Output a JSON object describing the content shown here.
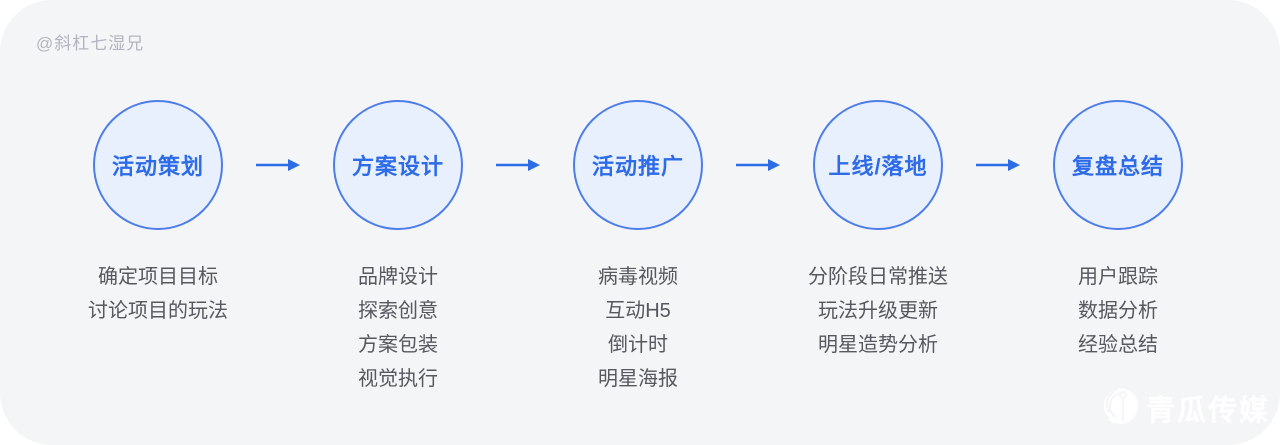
{
  "watermark": "@斜杠七湿兄",
  "brand": {
    "name": "青瓜传媒"
  },
  "colors": {
    "card_background": "#f4f5f6",
    "circle_fill": "#e9f0fd",
    "circle_border": "#4d7de9",
    "accent_blue": "#2d6be8",
    "body_text": "#55585f",
    "watermark_text": "#b2b5c1",
    "brand_text": "#ffffff"
  },
  "stages": [
    {
      "label": "活动策划",
      "items": [
        "确定项目目标",
        "讨论项目的玩法"
      ]
    },
    {
      "label": "方案设计",
      "items": [
        "品牌设计",
        "探索创意",
        "方案包装",
        "视觉执行"
      ]
    },
    {
      "label": "活动推广",
      "items": [
        "病毒视频",
        "互动H5",
        "倒计时",
        "明星海报"
      ]
    },
    {
      "label": "上线/落地",
      "items": [
        "分阶段日常推送",
        "玩法升级更新",
        "明星造势分析"
      ]
    },
    {
      "label": "复盘总结",
      "items": [
        "用户跟踪",
        "数据分析",
        "经验总结"
      ]
    }
  ]
}
